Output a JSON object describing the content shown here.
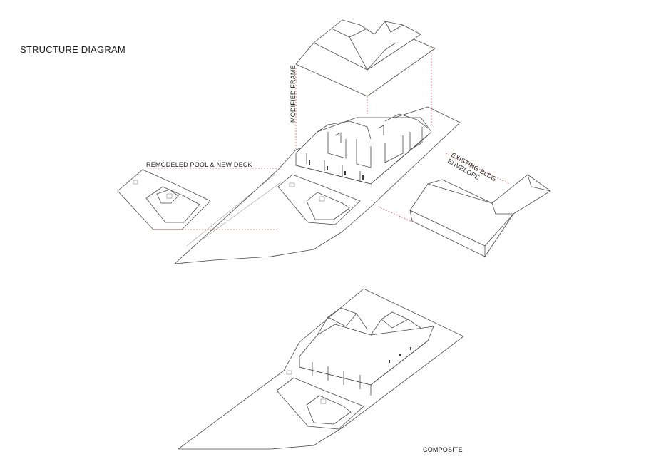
{
  "title": "STRUCTURE DIAGRAM",
  "labels": {
    "pool": "REMODELED POOL & NEW DECK",
    "frame": "MODIFIED FRAME",
    "envelope_line1": "EXISTING BLDG.",
    "envelope_line2": "ENVELOPE",
    "composite": "COMPOSITE"
  },
  "colors": {
    "linework": "#4a4a4a",
    "guide": "#d62828",
    "background": "#ffffff"
  }
}
